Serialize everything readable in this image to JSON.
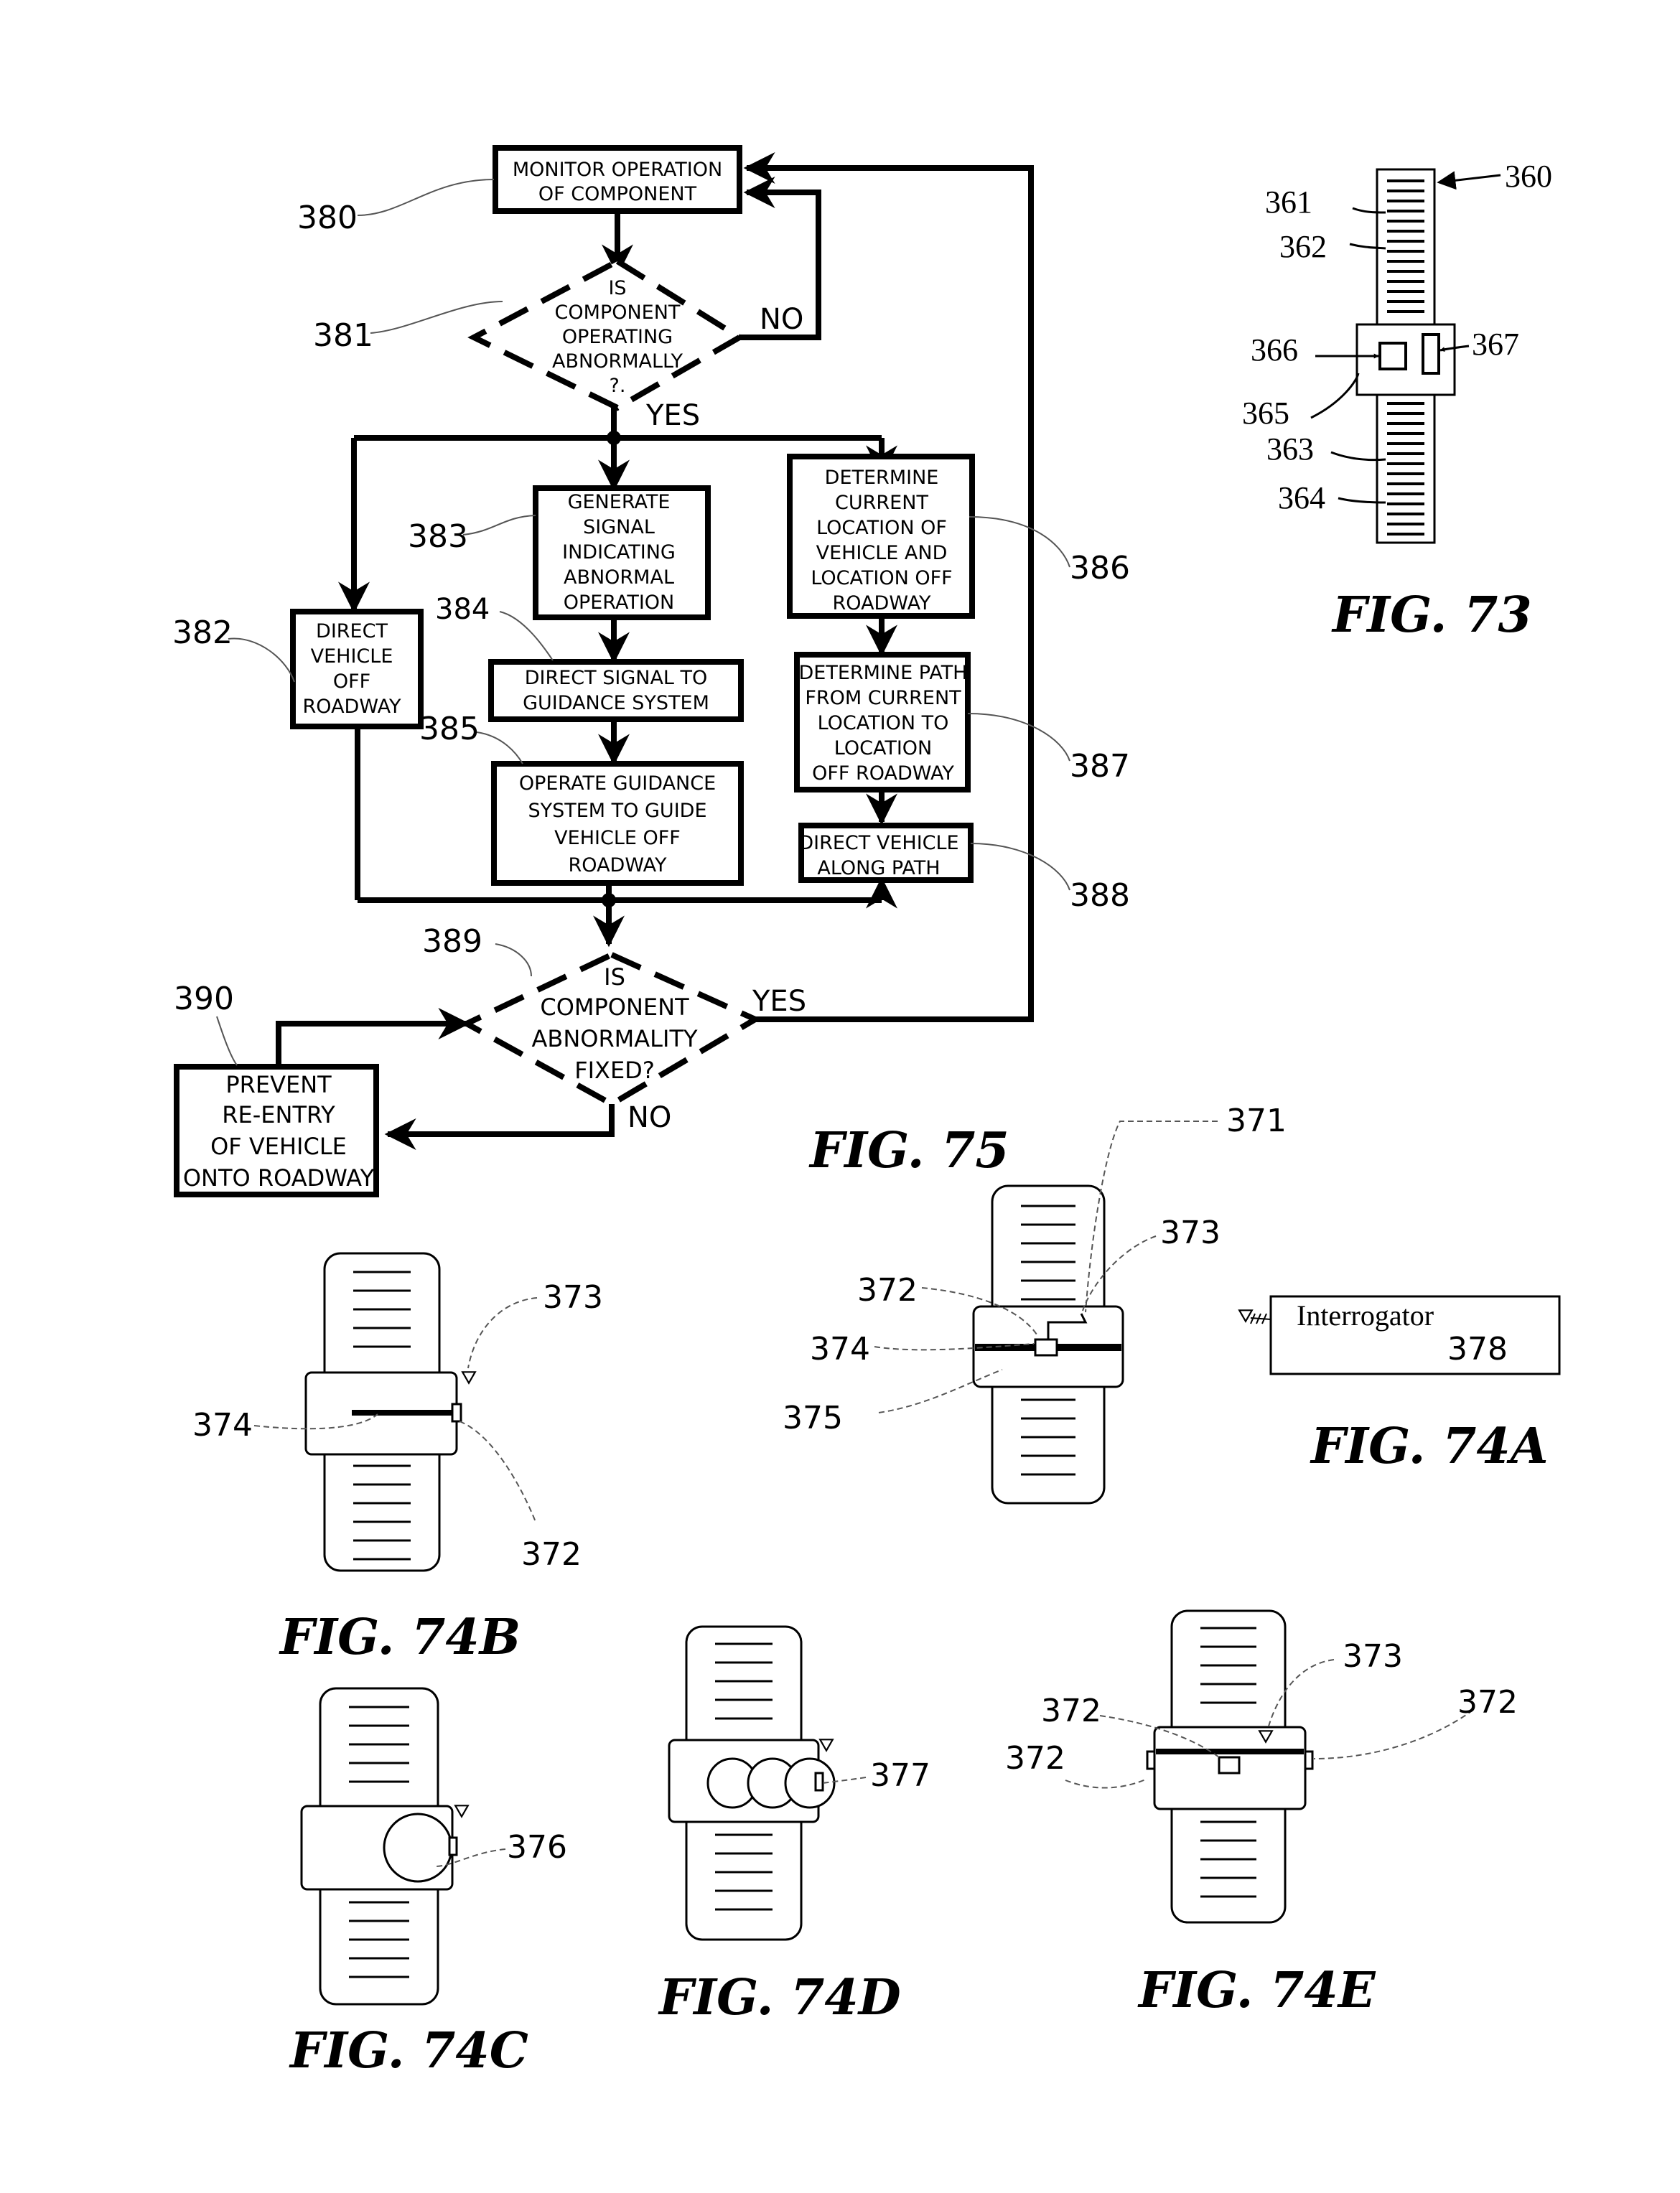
{
  "fig75": {
    "label": "FIG. 75",
    "steps": {
      "s380": [
        "MONITOR OPERATION",
        "OF COMPONENT"
      ],
      "s381": [
        "IS",
        "COMPONENT",
        "OPERATING",
        "ABNORMALLY",
        "?."
      ],
      "s382": [
        "DIRECT",
        "VEHICLE",
        "OFF",
        "ROADWAY"
      ],
      "s383": [
        "GENERATE",
        "SIGNAL",
        "INDICATING",
        "ABNORMAL",
        "OPERATION"
      ],
      "s384": [
        "DIRECT SIGNAL TO",
        "GUIDANCE SYSTEM"
      ],
      "s385": [
        "OPERATE GUIDANCE",
        "SYSTEM TO GUIDE",
        "VEHICLE OFF",
        "ROADWAY"
      ],
      "s386": [
        "DETERMINE",
        "CURRENT",
        "LOCATION OF",
        "VEHICLE AND",
        "LOCATION OFF",
        "ROADWAY"
      ],
      "s387": [
        "DETERMINE PATH",
        "FROM CURRENT",
        "LOCATION TO",
        "LOCATION",
        "OFF ROADWAY"
      ],
      "s388": [
        "DIRECT VEHICLE",
        "ALONG PATH"
      ],
      "s389": [
        "IS",
        "COMPONENT",
        "ABNORMALITY",
        "FIXED?"
      ],
      "s390": [
        "PREVENT",
        "RE-ENTRY",
        "OF VEHICLE",
        "ONTO ROADWAY"
      ]
    },
    "branch_labels": {
      "no_381": "NO",
      "yes_381": "YES",
      "yes_389": "YES",
      "no_389": "NO"
    },
    "refs": {
      "r380": "380",
      "r381": "381",
      "r382": "382",
      "r383": "383",
      "r384": "384",
      "r385": "385",
      "r386": "386",
      "r387": "387",
      "r388": "388",
      "r389": "389",
      "r390": "390"
    }
  },
  "fig73": {
    "label": "FIG. 73",
    "refs": {
      "r360": "360",
      "r361": "361",
      "r362": "362",
      "r363": "363",
      "r364": "364",
      "r365": "365",
      "r366": "366",
      "r367": "367"
    }
  },
  "fig74a": {
    "label": "FIG. 74A",
    "interrogator_label": "Interrogator",
    "interrogator_ref": "378",
    "refs": {
      "r371": "371",
      "r372": "372",
      "r373": "373",
      "r374": "374",
      "r375": "375"
    }
  },
  "fig74b": {
    "label": "FIG. 74B",
    "refs": {
      "r373": "373",
      "r374": "374",
      "r372": "372"
    }
  },
  "fig74c": {
    "label": "FIG. 74C",
    "refs": {
      "r376": "376"
    }
  },
  "fig74d": {
    "label": "FIG. 74D",
    "refs": {
      "r377": "377"
    }
  },
  "fig74e": {
    "label": "FIG. 74E",
    "refs": {
      "r373": "373",
      "r372a": "372",
      "r372b": "372",
      "r372c": "372"
    }
  }
}
